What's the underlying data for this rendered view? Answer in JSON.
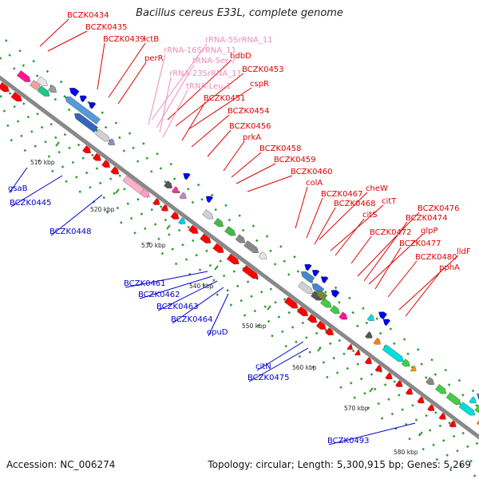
{
  "title": "Bacillus cereus E33L, complete genome",
  "footer": {
    "accession": "Accession: NC_006274",
    "summary": "Topology: circular; Length: 5,300,915 bp; Genes: 5,269"
  },
  "colors": {
    "forward_label": "#e00000",
    "reverse_label": "#0000cc",
    "rna_label": "#f08cb8",
    "backbone": "#888888"
  },
  "ticks": [
    "510 kbp",
    "520 kbp",
    "530 kbp",
    "540 kbp",
    "550 kbp",
    "560 kbp",
    "570 kbp",
    "580 kbp"
  ],
  "labels": {
    "forward": [
      "BCZK0434",
      "BCZK0435",
      "BCZK0439",
      "lctB",
      "perR",
      "bdbD",
      "BCZK0453",
      "cspR",
      "BCZK0451",
      "BCZK0454",
      "BCZK0456",
      "prkA",
      "BCZK0458",
      "BCZK0459",
      "BCZK0460",
      "colA",
      "BCZK0467",
      "cheW",
      "BCZK0468",
      "citT",
      "citS",
      "BCZK0472",
      "BCZK0476",
      "BCZK0474",
      "glpP",
      "BCZK0477",
      "BCZK0480",
      "lldF",
      "pphA"
    ],
    "rna": [
      "rRNA-5SrRNA_11",
      "rRNA-16SrRNA_11",
      "tRNA-Ser-7",
      "rRNA-23SrRNA_11",
      "tRNA-Leu-1"
    ],
    "reverse": [
      "gsaB",
      "BCZK0445",
      "BCZK0448",
      "BCZK0461",
      "BCZK0462",
      "BCZK0463",
      "BCZK0464",
      "opuD",
      "citN",
      "BCZK0475",
      "BCZK0493"
    ]
  }
}
